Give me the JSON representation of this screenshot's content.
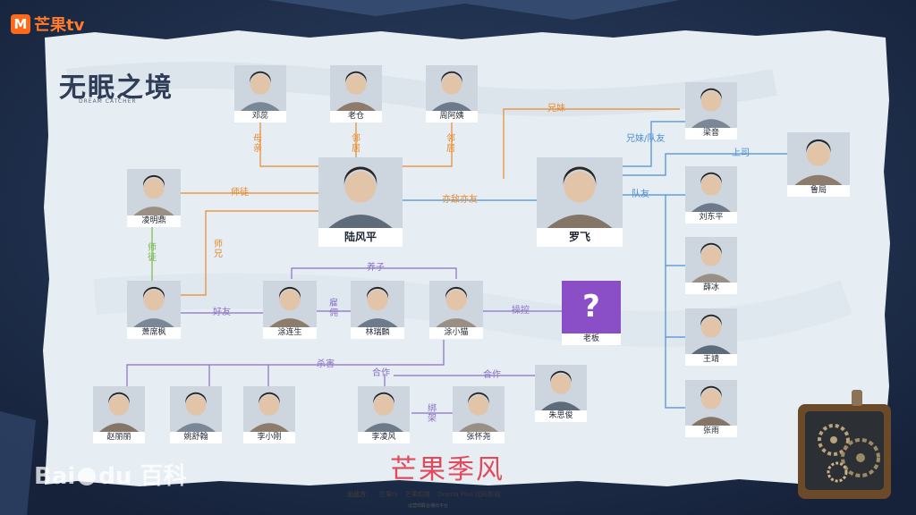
{
  "brand": {
    "logo_glyph": "M",
    "text": "芒果tv"
  },
  "title": "无眠之境",
  "subtitle": "DREAM CATCHER",
  "people": {
    "deng_rui": "邓蕊",
    "lao_cang": "老仓",
    "zhou_ayi": "周阿姨",
    "ling_mingding": "凌明鼎",
    "lu_fengping": "陆风平",
    "luo_fei": "罗飞",
    "liang_yin": "梁音",
    "lu_ju": "鲁局",
    "liu_dongping": "刘东平",
    "xue_bing": "薛冰",
    "wang_jing": "王靖",
    "zhang_yu": "张雨",
    "xiao_xifeng": "萧席枫",
    "tu_liansheng": "涂连生",
    "lin_ruilin": "林瑞麟",
    "tu_xiaomao": "涂小猫",
    "lao_ban": "老板",
    "zhao_lili": "赵丽丽",
    "yao_shuhan": "姚舒翰",
    "li_xiaogang": "李小刚",
    "li_lingfeng": "李凌风",
    "zhang_huairao": "张怀尧",
    "zhu_sijun": "朱思俊"
  },
  "relations": {
    "mother": "母亲",
    "neighbor1": "邻居",
    "neighbor2": "邻居",
    "siblings": "兄妹",
    "siblings_teammates": "兄妹/队友",
    "superior": "上司",
    "teammates": "队友",
    "teacher_student1": "师徒",
    "teacher_student2": "师徒",
    "senior_brother": "师兄",
    "enemy_friend": "亦敌亦友",
    "adopted_son": "养子",
    "good_friend": "好友",
    "employ": "雇佣",
    "control": "操控",
    "kill": "杀害",
    "cooperate1": "合作",
    "cooperate2": "合作",
    "kidnap": "绑架"
  },
  "boss_symbol": "?",
  "footer": {
    "brand": "芒果季风",
    "producer_label": "出品方：",
    "producer1": "芒果tv",
    "producer2": "芒果超媒",
    "producer3": "Drama Plus 加码影视",
    "platform": "运营商联合播出平台",
    "watermark_left": "Bai",
    "watermark_mid": "du",
    "watermark_right": "百科"
  },
  "colors": {
    "orange": "#e8892a",
    "blue": "#4a8fd6",
    "green": "#78b84a",
    "purple": "#8a6fc7",
    "boss": "#8a4fc7"
  }
}
